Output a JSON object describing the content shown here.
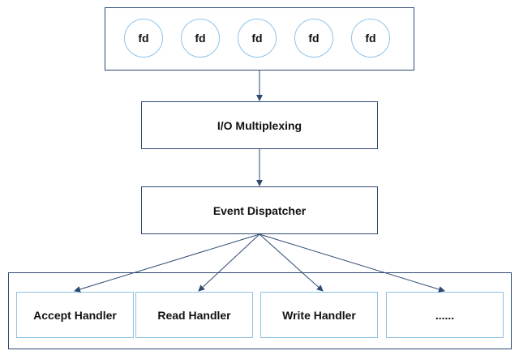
{
  "fd_group": {
    "items": [
      "fd",
      "fd",
      "fd",
      "fd",
      "fd"
    ]
  },
  "io_multiplexing": {
    "label": "I/O Multiplexing"
  },
  "event_dispatcher": {
    "label": "Event Dispatcher"
  },
  "handlers": {
    "items": [
      "Accept Handler",
      "Read Handler",
      "Write Handler",
      "......"
    ]
  },
  "colors": {
    "box_border": "#2e4a73",
    "circle_border": "#8fc3e6",
    "handler_border": "#8fc3e6",
    "arrow": "#2e4a73",
    "text": "#111111"
  }
}
